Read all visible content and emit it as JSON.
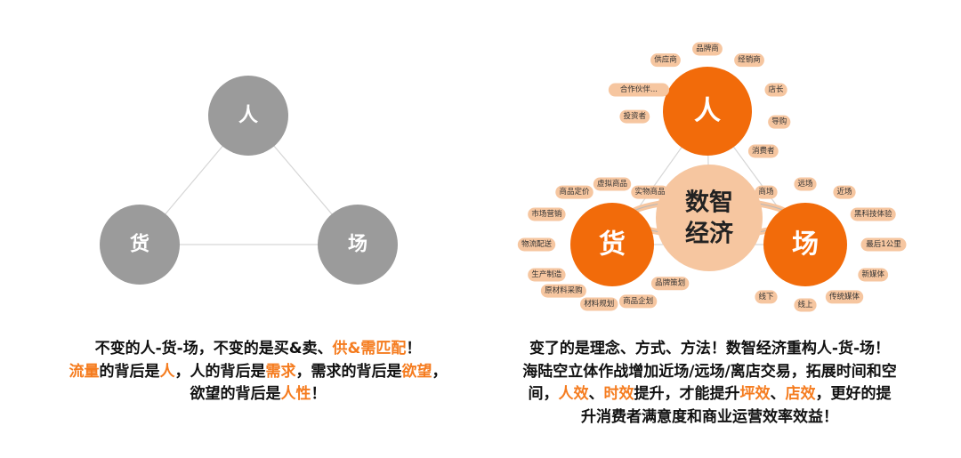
{
  "colors": {
    "gray_node": "#9b9b9b",
    "orange_node": "#f26b0a",
    "peach": "#f6c6a0",
    "highlight": "#f57c1f",
    "line": "#d6d6d6"
  },
  "left_diagram": {
    "nodes": [
      "人",
      "货",
      "场"
    ]
  },
  "right_diagram": {
    "center": [
      "数智",
      "经济"
    ],
    "nodes": [
      {
        "label": "人",
        "satellites": [
          "供应商",
          "品牌商",
          "经销商",
          "店长",
          "导购",
          "消费者",
          "投资者",
          "合作伙伴..."
        ]
      },
      {
        "label": "货",
        "satellites": [
          "商品定价",
          "虚拟商品",
          "实物商品",
          "市场营销",
          "物流配送",
          "生产制造",
          "原材料采购",
          "材料规划",
          "商品企划",
          "品牌策划"
        ]
      },
      {
        "label": "场",
        "satellites": [
          "商场",
          "远场",
          "近场",
          "黑科技体验",
          "最后1公里",
          "新媒体",
          "传统媒体",
          "线上",
          "线下"
        ]
      }
    ]
  },
  "left_caption": [
    [
      {
        "t": "不变的人-货-场，不变的是买&卖、"
      },
      {
        "t": "供&需匹配",
        "h": true
      },
      {
        "t": "！"
      }
    ],
    [
      {
        "t": "流量",
        "h": true
      },
      {
        "t": "的背后是"
      },
      {
        "t": "人",
        "h": true
      },
      {
        "t": "，人的背后是"
      },
      {
        "t": "需求",
        "h": true
      },
      {
        "t": "，需求的背后是"
      },
      {
        "t": "欲望",
        "h": true
      },
      {
        "t": "，"
      }
    ],
    [
      {
        "t": "欲望的背后是"
      },
      {
        "t": "人性",
        "h": true
      },
      {
        "t": "！"
      }
    ]
  ],
  "right_caption": [
    [
      {
        "t": "变了的是理念、方式、方法！数智经济重构人-货-场！"
      }
    ],
    [
      {
        "t": "海陆空立体作战增加近场/远场/离店交易，拓展时间和空"
      }
    ],
    [
      {
        "t": "间，"
      },
      {
        "t": "人效",
        "h": true
      },
      {
        "t": "、"
      },
      {
        "t": "时效",
        "h": true
      },
      {
        "t": "提升，才能提升"
      },
      {
        "t": "坪效",
        "h": true
      },
      {
        "t": "、"
      },
      {
        "t": "店效",
        "h": true
      },
      {
        "t": "，更好的提"
      }
    ],
    [
      {
        "t": "升消费者满意度和商业运营效率效益！"
      }
    ]
  ]
}
